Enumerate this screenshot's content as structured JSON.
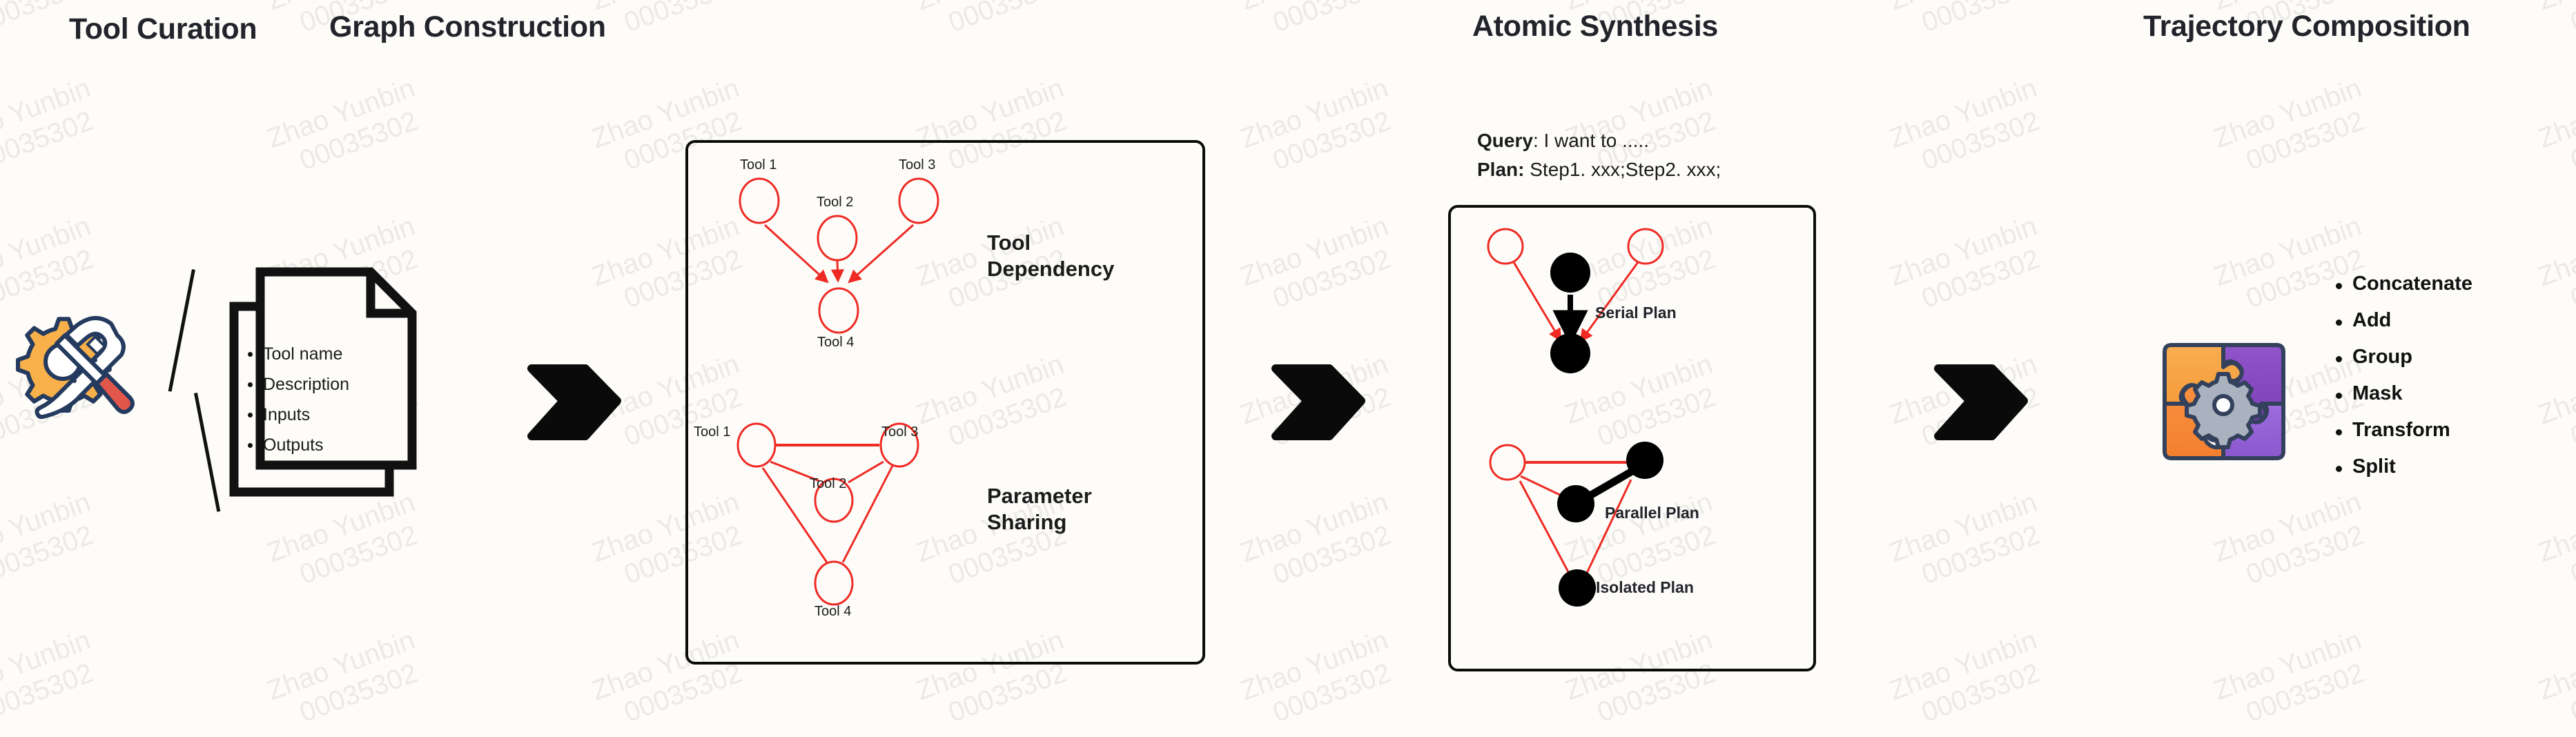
{
  "watermark": {
    "line1": "Zhao Yunbin",
    "line2": "00035302",
    "color": "#eceae6"
  },
  "palette": {
    "title_color": "#22242b",
    "node_red": "#ef2a24",
    "node_black": "#000000",
    "puzzle_orange": "#f6a23c",
    "puzzle_orange_dark": "#f58634",
    "puzzle_purple": "#8a4fc0",
    "puzzle_purple_light": "#9b63d6",
    "gear_yellow": "#f8b04a",
    "tool_navy": "#243a5e",
    "screwdriver_red": "#e2574c",
    "background": "#fdfcf9"
  },
  "stages": [
    {
      "id": "tool-curation",
      "title": "Tool Curation"
    },
    {
      "id": "graph-construction",
      "title": "Graph Construction"
    },
    {
      "id": "atomic-synthesis",
      "title": "Atomic Synthesis"
    },
    {
      "id": "trajectory-composition",
      "title": "Trajectory Composition"
    }
  ],
  "tool_curation": {
    "document_items": [
      "Tool name",
      "Description",
      "Inputs",
      "Outputs"
    ],
    "icon_names": [
      "tools-gear-wrench-screwdriver-icon",
      "document-stack-icon"
    ]
  },
  "graph_construction": {
    "graphs": [
      {
        "label": "Tool Dependency",
        "label_lines": [
          "Tool",
          "Dependency"
        ],
        "directed": true,
        "nodes": [
          "Tool 1",
          "Tool 2",
          "Tool 3",
          "Tool 4"
        ],
        "edges": [
          {
            "from": "Tool 1",
            "to": "Tool 4"
          },
          {
            "from": "Tool 2",
            "to": "Tool 4"
          },
          {
            "from": "Tool 3",
            "to": "Tool 4"
          }
        ]
      },
      {
        "label": "Parameter Sharing",
        "label_lines": [
          "Parameter",
          "Sharing"
        ],
        "directed": false,
        "nodes": [
          "Tool 1",
          "Tool 2",
          "Tool 3",
          "Tool 4"
        ],
        "edges": [
          {
            "from": "Tool 1",
            "to": "Tool 3"
          },
          {
            "from": "Tool 1",
            "to": "Tool 2"
          },
          {
            "from": "Tool 2",
            "to": "Tool 3"
          },
          {
            "from": "Tool 1",
            "to": "Tool 4"
          },
          {
            "from": "Tool 3",
            "to": "Tool 4"
          }
        ]
      }
    ]
  },
  "atomic_synthesis": {
    "query_label": "Query",
    "query_text": ": I want to .....",
    "plan_label": "Plan:",
    "plan_text": " Step1. xxx;Step2. xxx;",
    "plan_types": [
      "Serial Plan",
      "Parallel Plan",
      "Isolated Plan"
    ]
  },
  "trajectory_composition": {
    "operations": [
      "Concatenate",
      "Add",
      "Group",
      "Mask",
      "Transform",
      "Split"
    ],
    "icon_name": "puzzle-gear-icon"
  }
}
